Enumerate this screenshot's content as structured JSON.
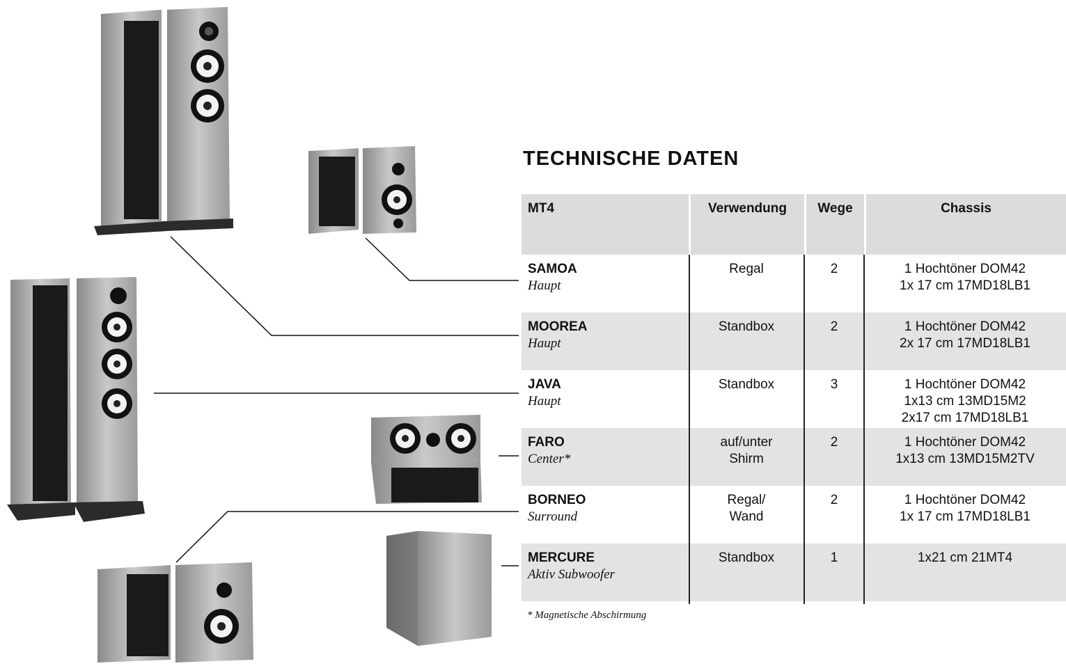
{
  "title": "TECHNISCHE DATEN",
  "table": {
    "headers": [
      "MT4",
      "Verwendung",
      "Wege",
      "Chassis"
    ],
    "rows": [
      {
        "name": "SAMOA",
        "role": "Haupt",
        "use": "Regal",
        "ways": "2",
        "chassis": [
          "1 Hochtöner DOM42",
          "1x 17 cm 17MD18LB1"
        ]
      },
      {
        "name": "MOOREA",
        "role": "Haupt",
        "use": "Standbox",
        "ways": "2",
        "chassis": [
          "1 Hochtöner DOM42",
          "2x 17 cm 17MD18LB1"
        ]
      },
      {
        "name": "JAVA",
        "role": "Haupt",
        "use": "Standbox",
        "ways": "3",
        "chassis": [
          "1 Hochtöner DOM42",
          "1x13 cm  13MD15M2",
          "2x17 cm  17MD18LB1"
        ]
      },
      {
        "name": "FARO",
        "role": "Center*",
        "use": [
          "auf/unter",
          "Shirm"
        ],
        "ways": "2",
        "chassis": [
          "1 Hochtöner DOM42",
          "1x13 cm  13MD15M2TV"
        ]
      },
      {
        "name": "BORNEO",
        "role": "Surround",
        "use": [
          "Regal/",
          "Wand"
        ],
        "ways": "2",
        "chassis": [
          "1 Hochtöner DOM42",
          "1x 17 cm 17MD18LB1"
        ]
      },
      {
        "name": "MERCURE",
        "role": "Aktiv Subwoofer",
        "use": "Standbox",
        "ways": "1",
        "chassis": [
          "1x21 cm 21MT4"
        ]
      }
    ]
  },
  "footnote": "* Magnetische Abschirmung",
  "images": [
    "moorea-speakers",
    "samoa-speakers",
    "java-speakers",
    "faro-center",
    "borneo-speakers",
    "mercure-subwoofer"
  ]
}
